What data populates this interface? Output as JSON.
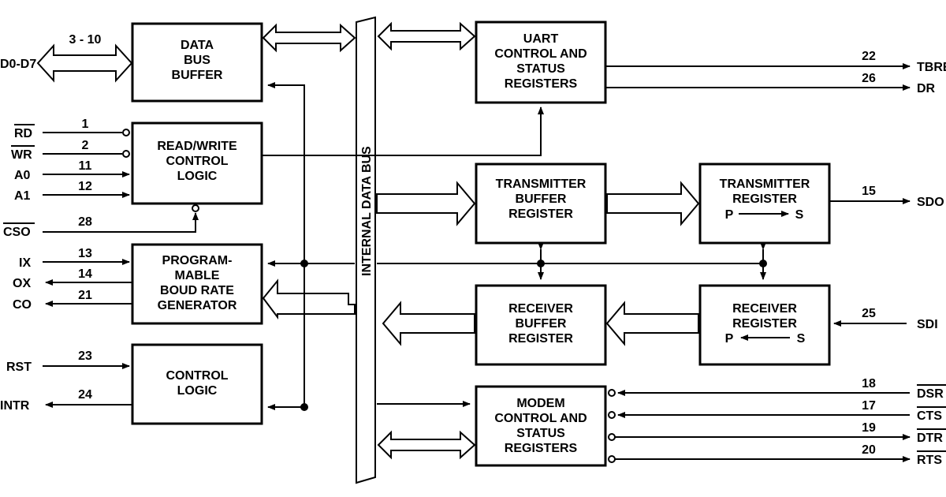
{
  "blocks": {
    "data_bus_buffer": [
      "DATA",
      "BUS",
      "BUFFER"
    ],
    "read_write_control": [
      "READ/WRITE",
      "CONTROL",
      "LOGIC"
    ],
    "baud_rate_generator": [
      "PROGRAM-",
      "MABLE",
      "BOUD RATE",
      "GENERATOR"
    ],
    "control_logic": [
      "CONTROL",
      "LOGIC"
    ],
    "internal_data_bus": "INTERNAL DATA BUS",
    "uart_control_status": [
      "UART",
      "CONTROL AND",
      "STATUS",
      "REGISTERS"
    ],
    "transmitter_buffer": [
      "TRANSMITTER",
      "BUFFER",
      "REGISTER"
    ],
    "transmitter_register": [
      "TRANSMITTER",
      "REGISTER",
      "P",
      "S"
    ],
    "receiver_buffer": [
      "RECEIVER",
      "BUFFER",
      "REGISTER"
    ],
    "receiver_register": [
      "RECEIVER",
      "REGISTER",
      "P",
      "S"
    ],
    "modem_control_status": [
      "MODEM",
      "CONTROL AND",
      "STATUS",
      "REGISTERS"
    ]
  },
  "signals": {
    "d0_d7": {
      "name": "D0-D7",
      "pin": "3 - 10"
    },
    "rd": {
      "name": "RD",
      "pin": "1"
    },
    "wr": {
      "name": "WR",
      "pin": "2"
    },
    "a0": {
      "name": "A0",
      "pin": "11"
    },
    "a1": {
      "name": "A1",
      "pin": "12"
    },
    "cso": {
      "name": "CSO",
      "pin": "28"
    },
    "ix": {
      "name": "IX",
      "pin": "13"
    },
    "ox": {
      "name": "OX",
      "pin": "14"
    },
    "co": {
      "name": "CO",
      "pin": "21"
    },
    "rst": {
      "name": "RST",
      "pin": "23"
    },
    "intr": {
      "name": "INTR",
      "pin": "24"
    },
    "tbre": {
      "name": "TBRE",
      "pin": "22"
    },
    "dr": {
      "name": "DR",
      "pin": "26"
    },
    "sdo": {
      "name": "SDO",
      "pin": "15"
    },
    "sdi": {
      "name": "SDI",
      "pin": "25"
    },
    "dsr": {
      "name": "DSR",
      "pin": "18"
    },
    "cts": {
      "name": "CTS",
      "pin": "17"
    },
    "dtr": {
      "name": "DTR",
      "pin": "19"
    },
    "rts": {
      "name": "RTS",
      "pin": "20"
    }
  }
}
